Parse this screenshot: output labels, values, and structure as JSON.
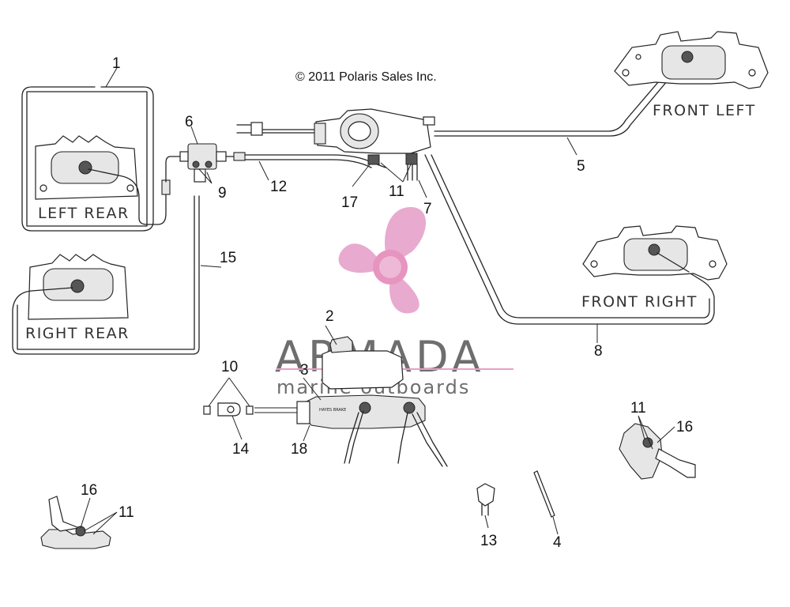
{
  "copyright": "© 2011 Polaris Sales Inc.",
  "locations": {
    "left_rear": "LEFT REAR",
    "right_rear": "RIGHT REAR",
    "front_left": "FRONT LEFT",
    "front_right": "FRONT RIGHT"
  },
  "callouts": {
    "c1": "1",
    "c2": "2",
    "c3": "3",
    "c4": "4",
    "c5": "5",
    "c6": "6",
    "c7": "7",
    "c8": "8",
    "c9": "9",
    "c10": "10",
    "c11a": "11",
    "c11b": "11",
    "c11c": "11",
    "c12": "12",
    "c13": "13",
    "c14": "14",
    "c15": "15",
    "c16a": "16",
    "c16b": "16",
    "c17": "17",
    "c18": "18"
  },
  "stamps": {
    "master_cylinder_brand": "HAYES BRAKE"
  },
  "watermark": {
    "brand": "ARMADA",
    "tagline": "marine outboards",
    "colors": {
      "propeller": "#e7a6cc",
      "propeller_hub": "#e58fbd",
      "rule": "#e6a0c6",
      "text": "#6e6e6e"
    }
  }
}
